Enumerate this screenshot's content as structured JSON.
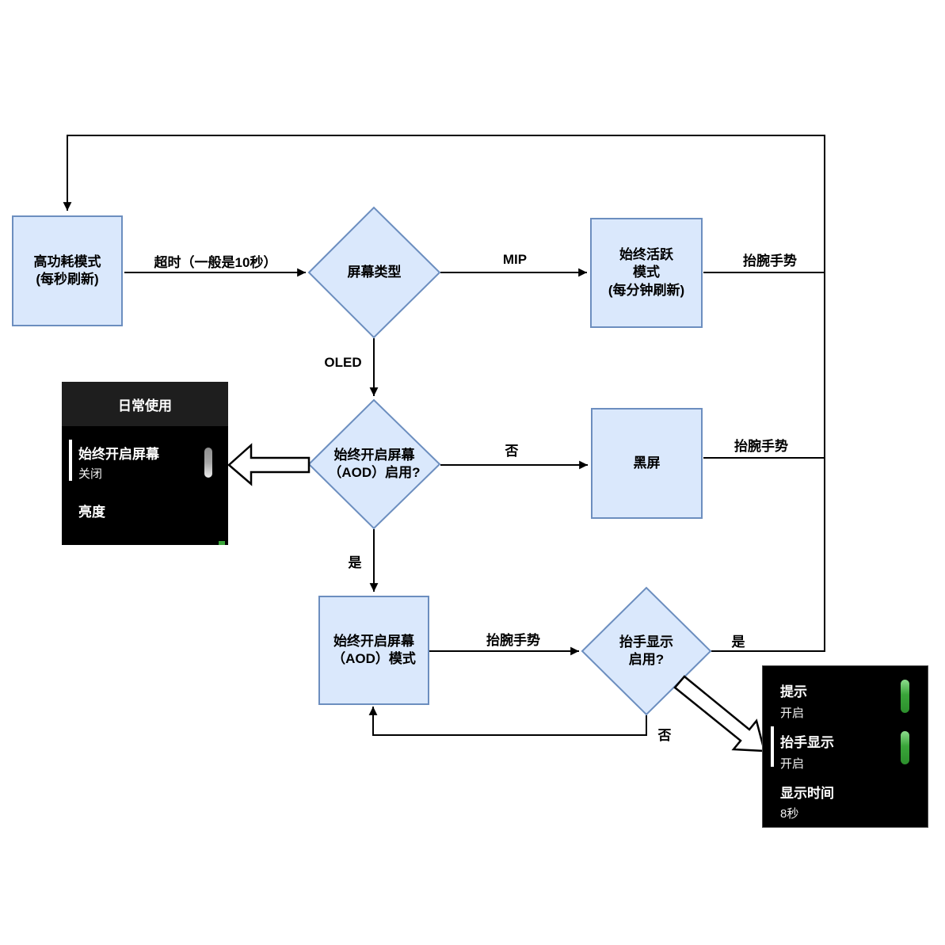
{
  "diagram": {
    "nodes": {
      "high_power": {
        "line1": "高功耗模式",
        "line2": "(每秒刷新)"
      },
      "screen_type": {
        "line1": "屏幕类型"
      },
      "always_active": {
        "line1": "始终活跃",
        "line2": "模式",
        "line3": "(每分钟刷新)"
      },
      "aod_enabled": {
        "line1": "始终开启屏幕",
        "line2": "（AOD）启用?"
      },
      "black_screen": {
        "line1": "黑屏"
      },
      "aod_mode": {
        "line1": "始终开启屏幕",
        "line2": "（AOD）模式"
      },
      "raise_wake": {
        "line1": "抬手显示",
        "line2": "启用?"
      }
    },
    "edge_labels": {
      "timeout": "超时（一般是10秒）",
      "mip": "MIP",
      "oled": "OLED",
      "raise_wrist_1": "抬腕手势",
      "raise_wrist_2": "抬腕手势",
      "raise_wrist_3": "抬腕手势",
      "no_1": "否",
      "yes_1": "是",
      "yes_2": "是",
      "no_2": "否"
    },
    "colors": {
      "node_fill": "#dae8fc",
      "node_stroke": "#6c8ebf",
      "line": "#000000",
      "toggle_on": "#3aa53a",
      "toggle_off": "#a6a6a6"
    }
  },
  "watch_panels": {
    "daily_use": {
      "title": "日常使用",
      "items": [
        {
          "label": "始终开启屏幕",
          "value": "关闭",
          "toggle": "off",
          "selected": true
        },
        {
          "label": "亮度",
          "value": "",
          "toggle": null,
          "selected": false
        }
      ]
    },
    "raise_display_settings": {
      "items": [
        {
          "label": "提示",
          "value": "开启",
          "toggle": "on",
          "selected": false
        },
        {
          "label": "抬手显示",
          "value": "开启",
          "toggle": "on",
          "selected": true
        },
        {
          "label": "显示时间",
          "value": "8秒",
          "toggle": null,
          "selected": false
        }
      ]
    }
  }
}
